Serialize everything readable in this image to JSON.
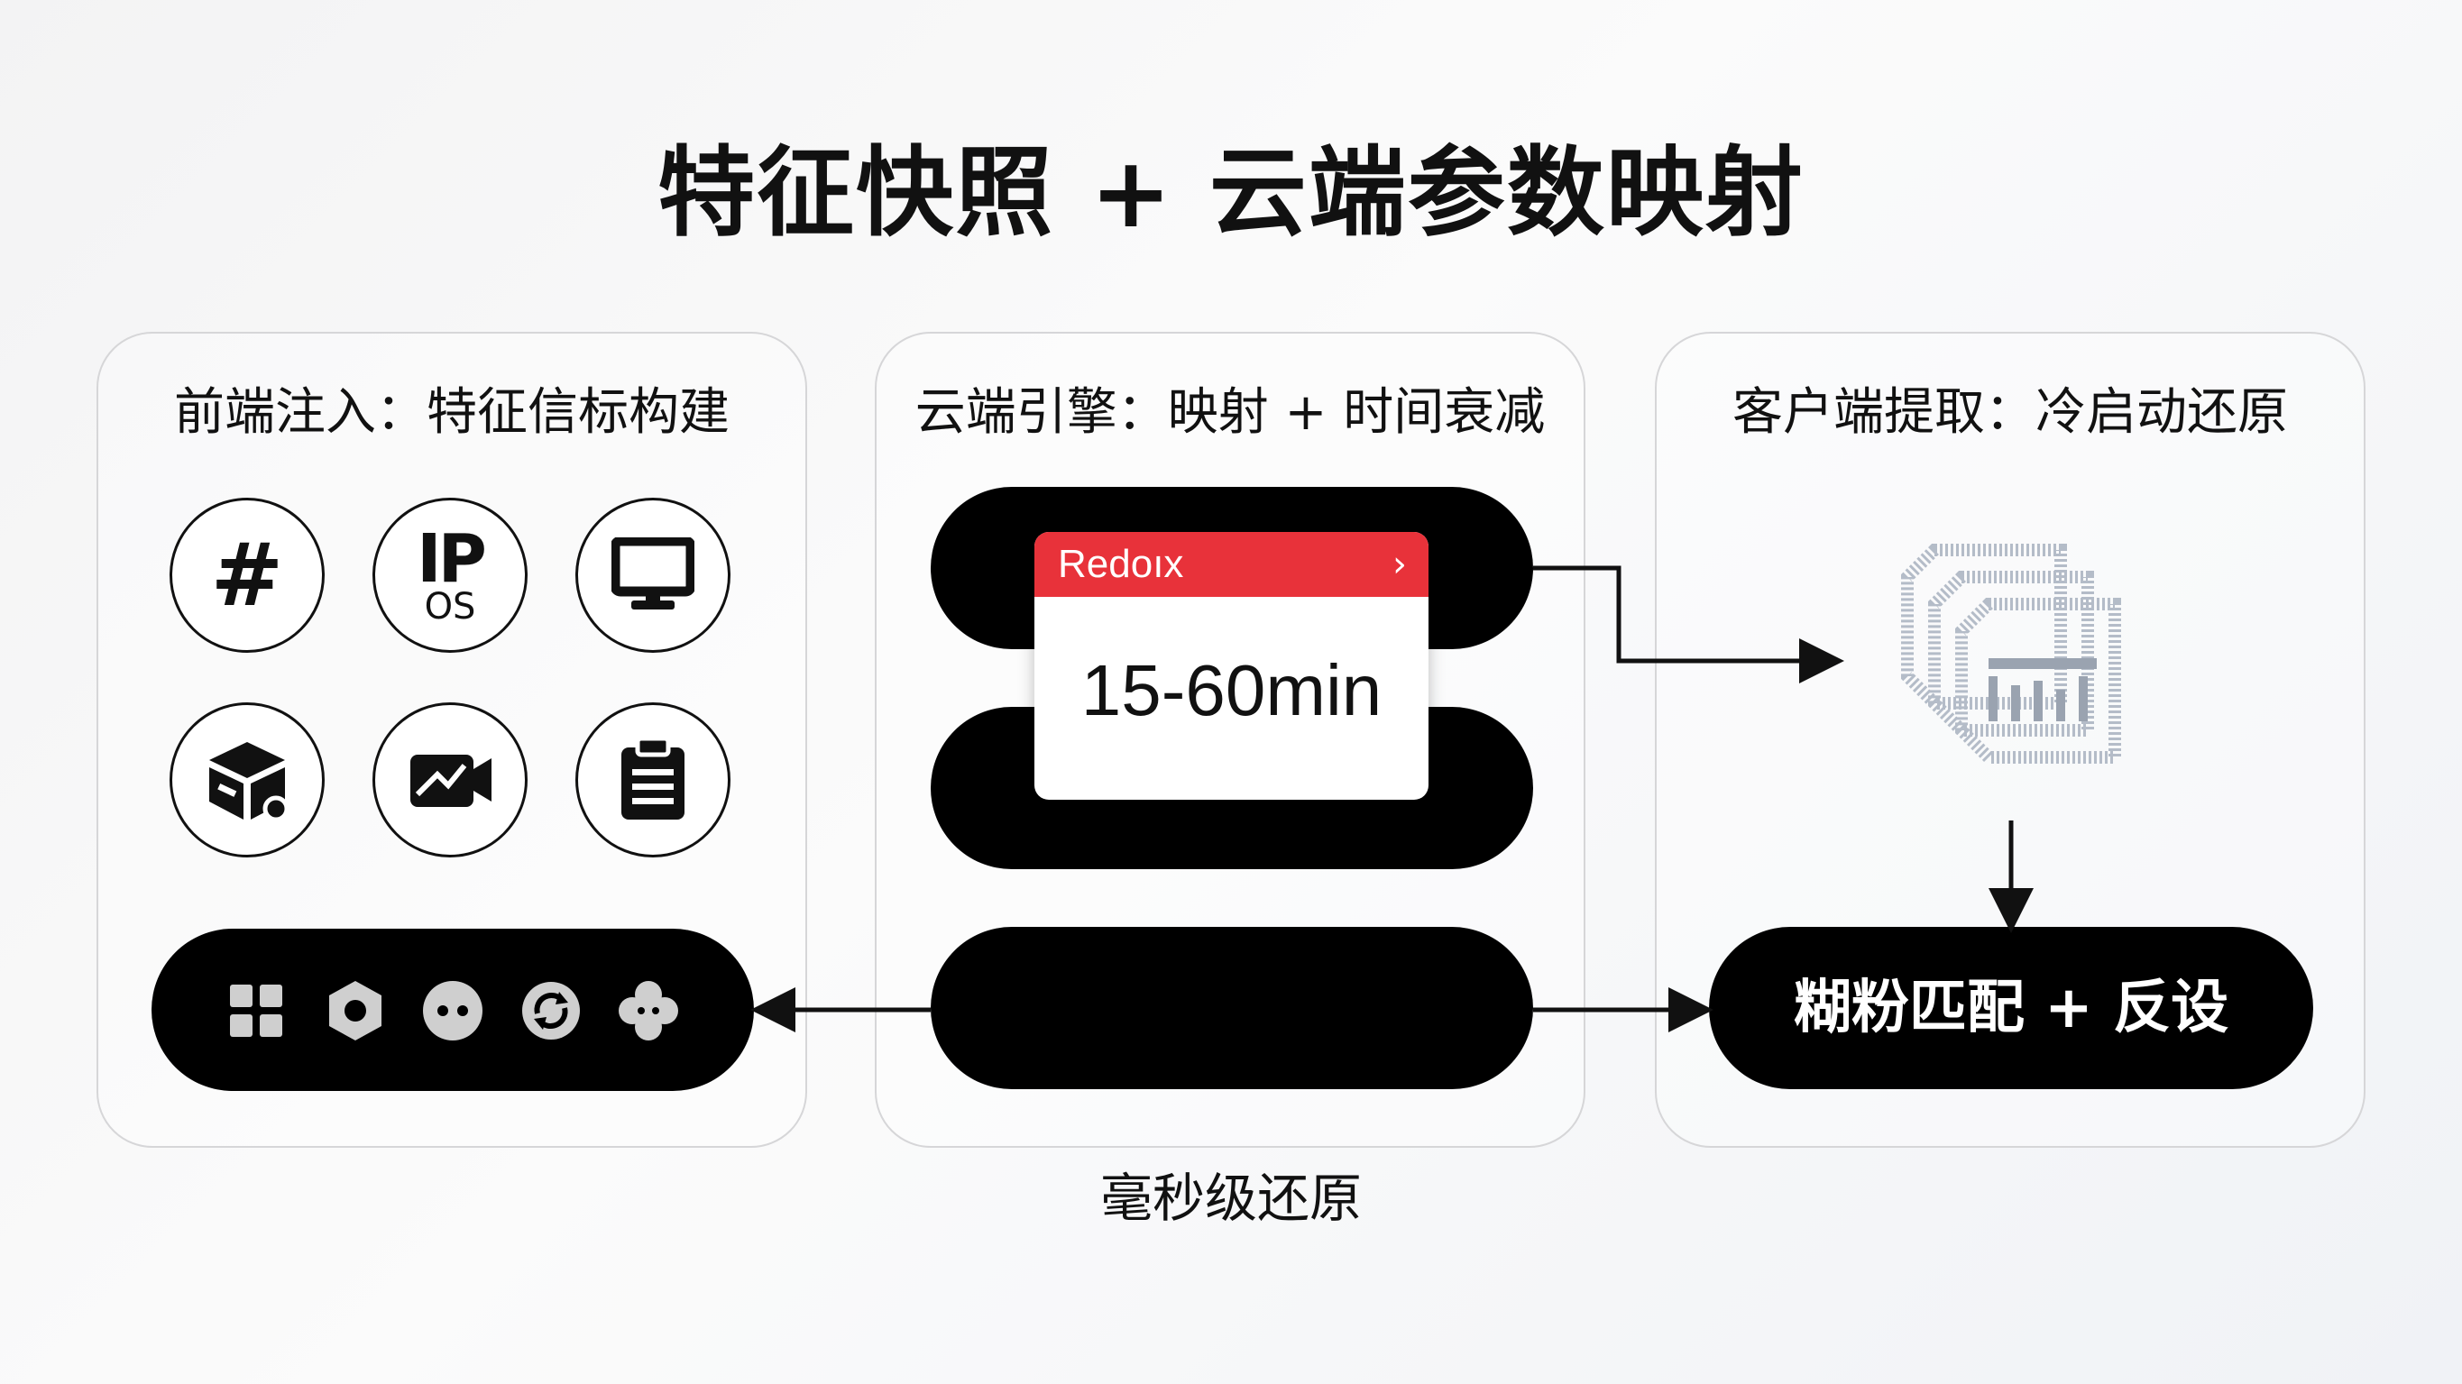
{
  "title": "特征快照 + 云端参数映射",
  "panels": [
    {
      "title": "前端注入：特征信标构建"
    },
    {
      "title": "云端引擎：映射 + 时间衰减"
    },
    {
      "title": "客户端提取：冷启动还原"
    }
  ],
  "left_icons": [
    {
      "name": "hash-icon",
      "text": "#"
    },
    {
      "name": "ip-os-icon",
      "top": "IP",
      "bottom": "OS"
    },
    {
      "name": "monitor-icon"
    },
    {
      "name": "package-icon"
    },
    {
      "name": "image-camera-icon"
    },
    {
      "name": "clipboard-icon"
    }
  ],
  "pill_icons": [
    "grid-icon",
    "hexagon-nut-icon",
    "two-dots-icon",
    "sync-icon",
    "flower-icon"
  ],
  "cache_card": {
    "label": "Redoıx",
    "chevron": "›",
    "value": "15-60min"
  },
  "output": {
    "label": "糊粉匹配 + 反设"
  },
  "caption": "毫秒级还原",
  "colors": {
    "accent_red": "#e8323a",
    "pill": "#000000",
    "background": "#f6f6f7"
  }
}
